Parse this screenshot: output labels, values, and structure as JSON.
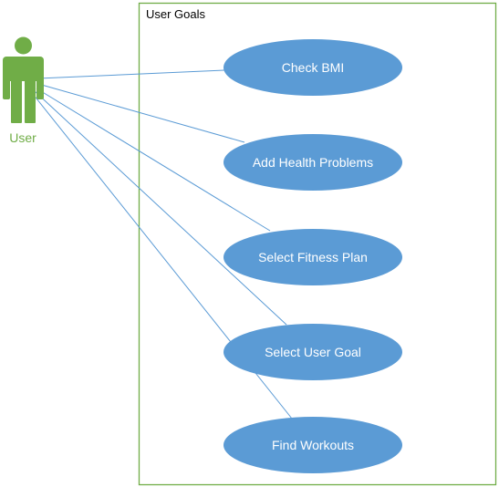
{
  "system_boundary": {
    "title": "User Goals"
  },
  "actor": {
    "label": "User",
    "icon": "user-stick-figure-icon"
  },
  "use_cases": [
    {
      "label": "Check BMI"
    },
    {
      "label": "Add Health Problems"
    },
    {
      "label": "Select Fitness Plan"
    },
    {
      "label": "Select User Goal"
    },
    {
      "label": "Find Workouts"
    }
  ],
  "colors": {
    "boundary_border": "#70ad47",
    "actor": "#70ad47",
    "use_case_fill": "#5b9bd5",
    "use_case_text": "#ffffff",
    "association_line": "#5b9bd5"
  }
}
